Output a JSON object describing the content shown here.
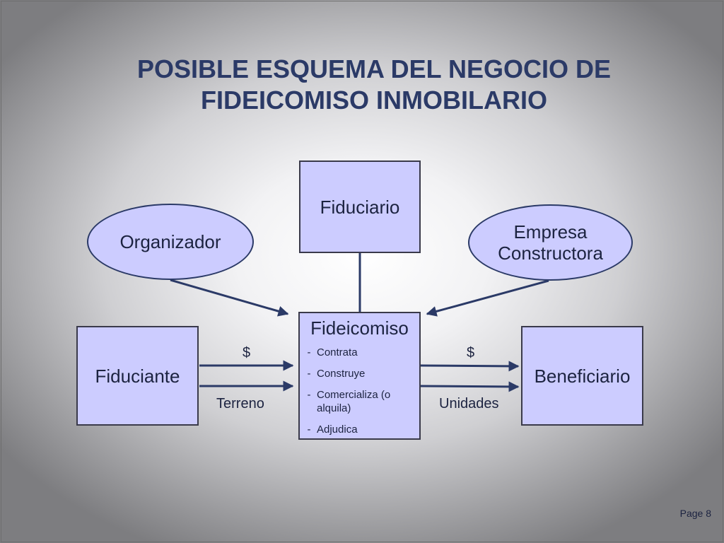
{
  "title": {
    "line1": "POSIBLE ESQUEMA DEL NEGOCIO DE",
    "line2": "FIDEICOMISO INMOBILARIO"
  },
  "nodes": {
    "fiduciario": "Fiduciario",
    "organizador": "Organizador",
    "empresa": {
      "line1": "Empresa",
      "line2": "Constructora"
    },
    "fideicomiso": {
      "title": "Fideicomiso",
      "tasks": [
        "Contrata",
        "Construye",
        "Comercializa (o alquila)",
        "Adjudica"
      ],
      "bullet": "-"
    },
    "fiduciante": "Fiduciante",
    "beneficiario": "Beneficiario"
  },
  "flows": {
    "left_top": "$",
    "left_bottom": "Terreno",
    "right_top": "$",
    "right_bottom": "Unidades"
  },
  "footer": {
    "page": "Page 8"
  },
  "colors": {
    "title": "#2b3a67",
    "node_fill": "#ccccff",
    "connector": "#2b3a67"
  }
}
